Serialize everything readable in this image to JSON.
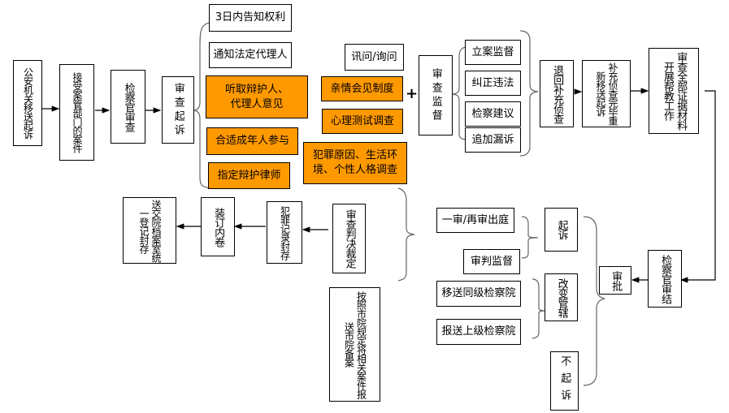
{
  "diagram": {
    "nodes": {
      "public_security": "公安机关移送起诉",
      "intake": "接受案管部门的案件",
      "prosecutor_review": "检察官审查",
      "review_prosecution": "审查起诉",
      "notify_rights": "3日内告知权利",
      "notify_guardian": "通知法定代理人",
      "hear_opinions": "听取辩护人、\n代理人意见",
      "appropriate_adult": "合适成年人参与",
      "assign_lawyer": "指定辩护律师",
      "interrogate": "讯问/询问",
      "family_meeting": "亲情会见制度",
      "psych_test": "心理测试调查",
      "background_survey": "犯罪原因、生活环\n境、个性人格调查",
      "review_supervision": "审查监督",
      "case_supervision": "立案监督",
      "correct_violation": "纠正违法",
      "procuratorial_advice": "检察建议",
      "add_omitted": "追加漏诉",
      "return_investigation": "退回补充侦查",
      "resubmit": "补充侦查完毕重新移送起诉",
      "review_all": "审查全部证据材料开展帮教工作",
      "prosecutor_conclusion": "检察官审结",
      "approval": "审批",
      "prosecute": "起诉",
      "change_jurisdiction": "改变管辖",
      "no_prosecution": "不起诉",
      "trial": "一审/再审出庭",
      "trial_supervision": "审判监督",
      "transfer_same_level": "移送同级检察院",
      "report_higher": "报送上级检察院",
      "review_judgment": "审查判决裁定",
      "seal_records": "犯罪记录封存",
      "bind_volume": "装订内卷",
      "archive": "送交院档案室统一登记封存",
      "report_city": "按照市院规定将相关案件报送市院备案"
    },
    "plus_sign": "+",
    "colors": {
      "highlight": "#FF9900",
      "border": "#000000"
    }
  }
}
